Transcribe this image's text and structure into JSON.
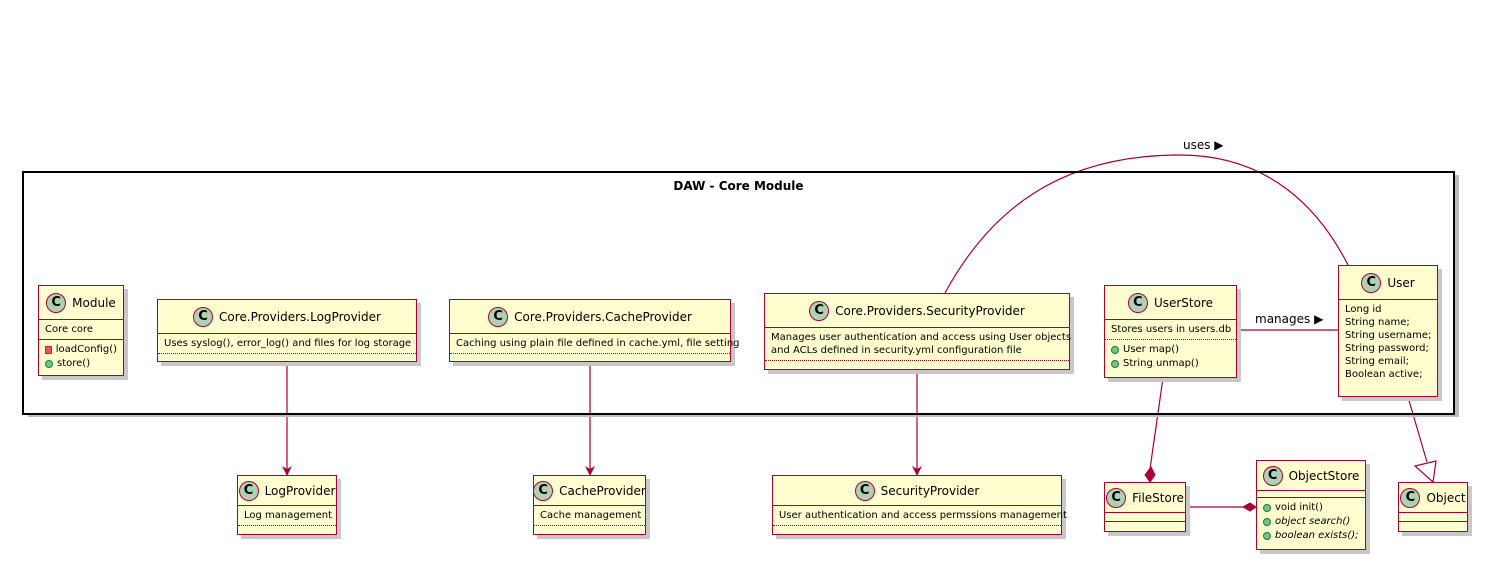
{
  "package": {
    "title": "DAW - Core Module"
  },
  "classes": {
    "module": {
      "name": "Module",
      "fields": [
        "Core core"
      ],
      "methods": [
        "loadConfig()",
        "store()"
      ],
      "visibility": [
        "private",
        "public"
      ]
    },
    "log_impl": {
      "name": "Core.Providers.LogProvider",
      "description": "Uses syslog(), error_log() and files for log storage"
    },
    "cache_impl": {
      "name": "Core.Providers.CacheProvider",
      "description": "Caching using plain file defined in cache.yml, file setting"
    },
    "security_impl": {
      "name": "Core.Providers.SecurityProvider",
      "description": [
        "Manages user authentication and access using User objects",
        "and ACLs defined in security.yml configuration file"
      ]
    },
    "user_store": {
      "name": "UserStore",
      "description": "Stores users in users.db",
      "methods": [
        "User map()",
        "String unmap()"
      ]
    },
    "user": {
      "name": "User",
      "fields": [
        "Long id",
        "String name;",
        "String username;",
        "String password;",
        "String email;",
        "Boolean active;"
      ]
    },
    "log_provider": {
      "name": "LogProvider",
      "description": "Log management"
    },
    "cache_provider": {
      "name": "CacheProvider",
      "description": "Cache management"
    },
    "security_provider": {
      "name": "SecurityProvider",
      "description": "User authentication and access permssions management"
    },
    "file_store": {
      "name": "FileStore"
    },
    "object_store": {
      "name": "ObjectStore",
      "methods": [
        "void init()",
        "object search()",
        "boolean exists();"
      ]
    },
    "object": {
      "name": "Object"
    }
  },
  "relations": {
    "uses_label": "uses ▶",
    "manages_label": "manages ▶"
  },
  "colors": {
    "class_fill": "#FEFECE",
    "class_border": "#A80036",
    "badge_fill": "#ADD1B2",
    "arrow": "#A80036"
  },
  "icons": {
    "class_badge": "C"
  }
}
